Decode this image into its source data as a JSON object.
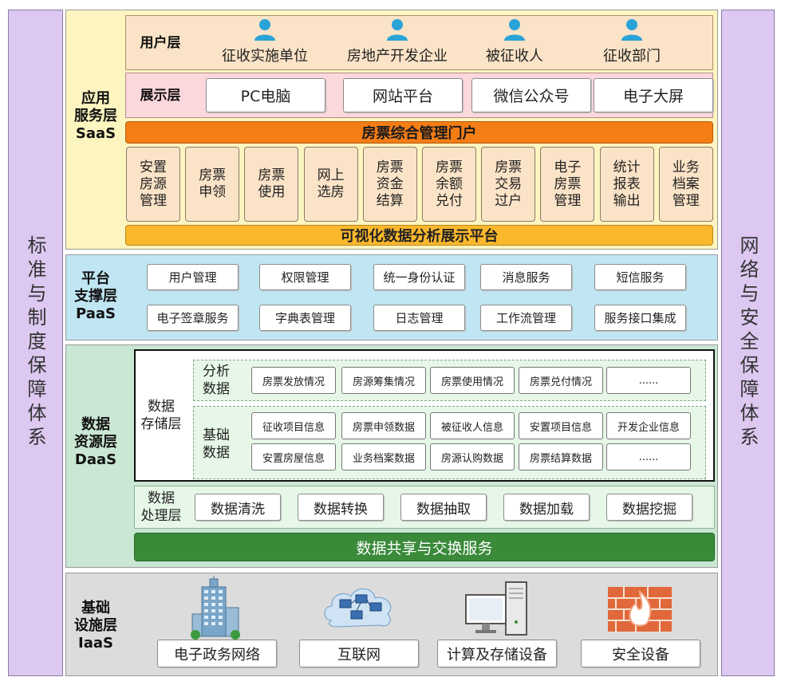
{
  "left_side": "标准与制度保障体系",
  "right_side": "网络与安全保障体系",
  "saas": {
    "label": "应用\n服务层\nSaaS",
    "user_layer": {
      "label": "用户层",
      "users": [
        "征收实施单位",
        "房地产开发企业",
        "被征收人",
        "征收部门"
      ]
    },
    "display_layer": {
      "label": "展示层",
      "items": [
        "PC电脑",
        "网站平台",
        "微信公众号",
        "电子大屏"
      ]
    },
    "portal": "房票综合管理门户",
    "functions": [
      "安置\n房源\n管理",
      "房票\n申领",
      "房票\n使用",
      "网上\n选房",
      "房票\n资金\n结算",
      "房票\n余额\n兑付",
      "房票\n交易\n过户",
      "电子\n房票\n管理",
      "统计\n报表\n输出",
      "业务\n档案\n管理"
    ],
    "analysis_platform": "可视化数据分析展示平台"
  },
  "paas": {
    "label": "平台\n支撑层\nPaaS",
    "services": [
      "用户管理",
      "权限管理",
      "统一身份认证",
      "消息服务",
      "短信服务",
      "电子签章服务",
      "字典表管理",
      "日志管理",
      "工作流管理",
      "服务接口集成"
    ]
  },
  "daas": {
    "label": "数据\n资源层\nDaaS",
    "storage": {
      "label": "数据\n存储层",
      "analysis": {
        "label": "分析\n数据",
        "items": [
          "房票发放情况",
          "房源筹集情况",
          "房票使用情况",
          "房票兑付情况",
          "......"
        ]
      },
      "base": {
        "label": "基础\n数据",
        "items": [
          "征收项目信息",
          "房票申领数据",
          "被征收人信息",
          "安置项目信息",
          "开发企业信息",
          "安置房屋信息",
          "业务档案数据",
          "房源认购数据",
          "房票结算数据",
          "......"
        ]
      }
    },
    "processing": {
      "label": "数据\n处理层",
      "items": [
        "数据清洗",
        "数据转换",
        "数据抽取",
        "数据加载",
        "数据挖掘"
      ]
    },
    "share": "数据共享与交换服务"
  },
  "iaas": {
    "label": "基础\n设施层\nIaaS",
    "items": [
      "电子政务网络",
      "互联网",
      "计算及存储设备",
      "安全设备"
    ]
  },
  "colors": {
    "side": "#dcc8f0",
    "saas_bg": "#fdf5c0",
    "user_row": "#fbe3c7",
    "display_row": "#fcd7dc",
    "portal": "#f47d16",
    "analysis": "#fbb82c",
    "paas_bg": "#bfe6f2",
    "daas_bg": "#c9e7d2",
    "share": "#3a8a3a",
    "iaas_bg": "#dcdcdc"
  }
}
